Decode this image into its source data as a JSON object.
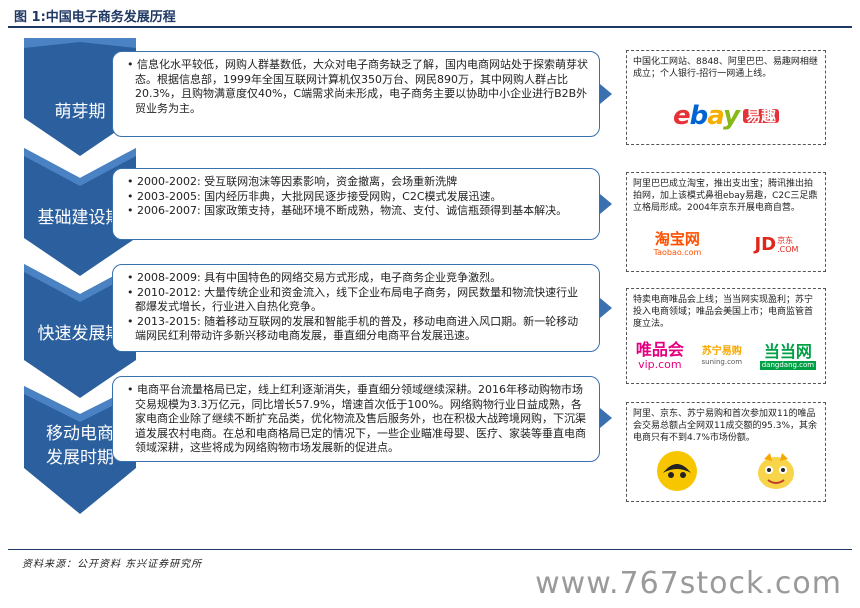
{
  "title": "图 1:中国电子商务发展历程",
  "source": "资料来源：公开资料 东兴证券研究所",
  "watermark": "www.767stock.com",
  "stages": [
    {
      "label_lines": [
        "萌芽期"
      ],
      "bullets": [
        "信息化水平较低，网购人群基数低，大众对电子商务缺乏了解，国内电商网站处于探索萌芽状态。根据信息部，1999年全国互联网计算机仅350万台、网民890万，其中网购人群占比20.3%，且购物满意度仅40%，C端需求尚未形成，电子商务主要以协助中小企业进行B2B外贸业务为主。"
      ],
      "side_text": "中国化工网站、8848、阿里巴巴、易趣网相继成立；个人银行-招行一网通上线。",
      "logos": [
        "ebay",
        "易趣"
      ]
    },
    {
      "label_lines": [
        "基础建设期"
      ],
      "bullets": [
        "2000-2002:  受互联网泡沫等因素影响，资金撤离，会场重新洗牌",
        "2003-2005:  国内经历非典，大批网民逐步接受网购，C2C模式发展迅速。",
        "2006-2007:  国家政策支持，基础环境不断成熟，物流、支付、诚信瓶颈得到基本解决。"
      ],
      "side_text": "阿里巴巴成立淘宝，推出支出宝；腾讯推出拍拍网，加上该模式鼻祖ebay易趣，C2C三足鼎立格局形成。2004年京东开展电商自营。",
      "logos": [
        "淘宝网",
        "Taobao.com",
        "JD",
        "京东",
        ".COM"
      ]
    },
    {
      "label_lines": [
        "快速发展期"
      ],
      "bullets": [
        "2008-2009:  具有中国特色的网络交易方式形成，电子商务企业竞争激烈。",
        "2010-2012:  大量传统企业和资金流入，线下企业布局电子商务，网民数量和物流快速行业都爆发式增长，行业进入自热化竞争。",
        "2013-2015:  随着移动互联网的发展和智能手机的普及，移动电商进入风口期。新一轮移动端网民红利带动许多新兴移动电商发展，垂直细分电商平台发展迅速。"
      ],
      "side_text": "特卖电商唯品会上线；当当网实现盈利；苏宁投入电商领域；唯品会美国上市；电商监管首度立法。",
      "logos": [
        "唯品会",
        "vip.com",
        "苏宁易购",
        "suning.com",
        "当当网",
        "dangdang.com"
      ]
    },
    {
      "label_lines": [
        "移动电商",
        "发展时期"
      ],
      "bullets": [
        "电商平台流量格局已定，线上红利逐渐消失，垂直细分领域继续深耕。2016年移动购物市场交易规模为3.3万亿元，同比增长57.9%，增速首次低于100%。网络购物行业日益成熟，各家电商企业除了继续不断扩充品类，优化物流及售后服务外，也在积极大战跨境网购，下沉渠道发展农村电商。在总和电商格局已定的情况下，一些企业瞄准母婴、医疗、家装等垂直电商领域深耕，这些将成为网络购物市场发展新的促进点。"
      ],
      "side_text": "阿里、京东、苏宁易购和首次参加双11的唯品会交易总额占全网双11成交额的95.3%，其余电商只有不到4.7%市场份额。",
      "logos": []
    }
  ],
  "colors": {
    "chevron": "#2b5f9e",
    "border": "#3a70b0",
    "title": "#1f3864",
    "taobao": "#ff5000",
    "jd": "#e1251b",
    "vip": "#e5007f",
    "suning": "#f7a800",
    "dangdang": "#00a046"
  }
}
